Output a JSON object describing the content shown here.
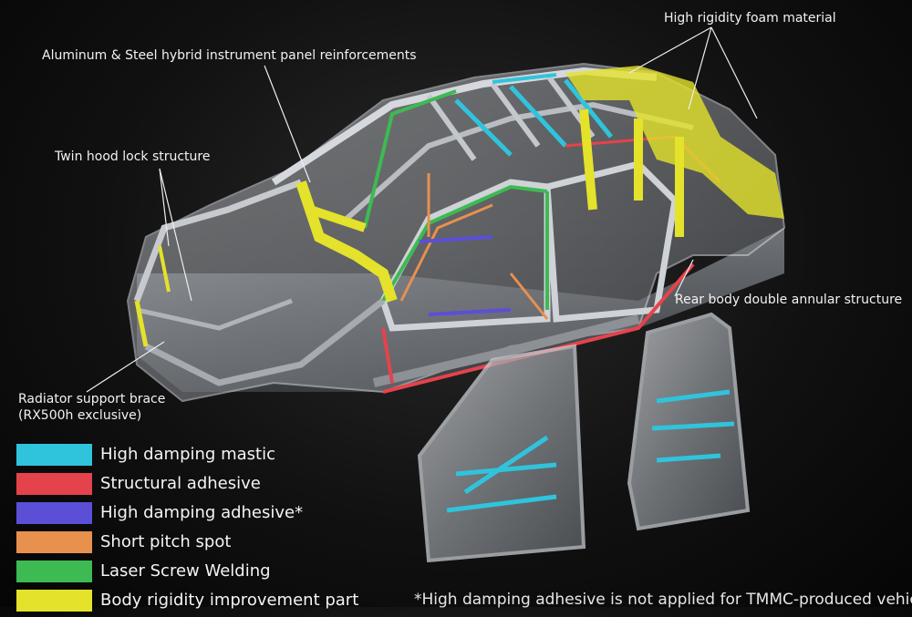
{
  "callouts": {
    "foam": "High rigidity foam material",
    "aluminum": "Aluminum & Steel hybrid instrument panel reinforcements",
    "hood_lock": "Twin hood lock structure",
    "rear_body": "Rear body double annular structure",
    "radiator_line1": "Radiator support brace",
    "radiator_line2": "(RX500h exclusive)"
  },
  "legend": [
    {
      "label": "High damping mastic",
      "color": "#2fc4dc"
    },
    {
      "label": "Structural adhesive",
      "color": "#e5434b"
    },
    {
      "label": "High damping adhesive*",
      "color": "#5b4fd8"
    },
    {
      "label": "Short pitch spot",
      "color": "#e8904e"
    },
    {
      "label": "Laser Screw Welding",
      "color": "#3dba52"
    },
    {
      "label": "Body rigidity improvement part",
      "color": "#e4e22a"
    }
  ],
  "footnote": "*High damping adhesive is not applied for TMMC-produced vehicles"
}
